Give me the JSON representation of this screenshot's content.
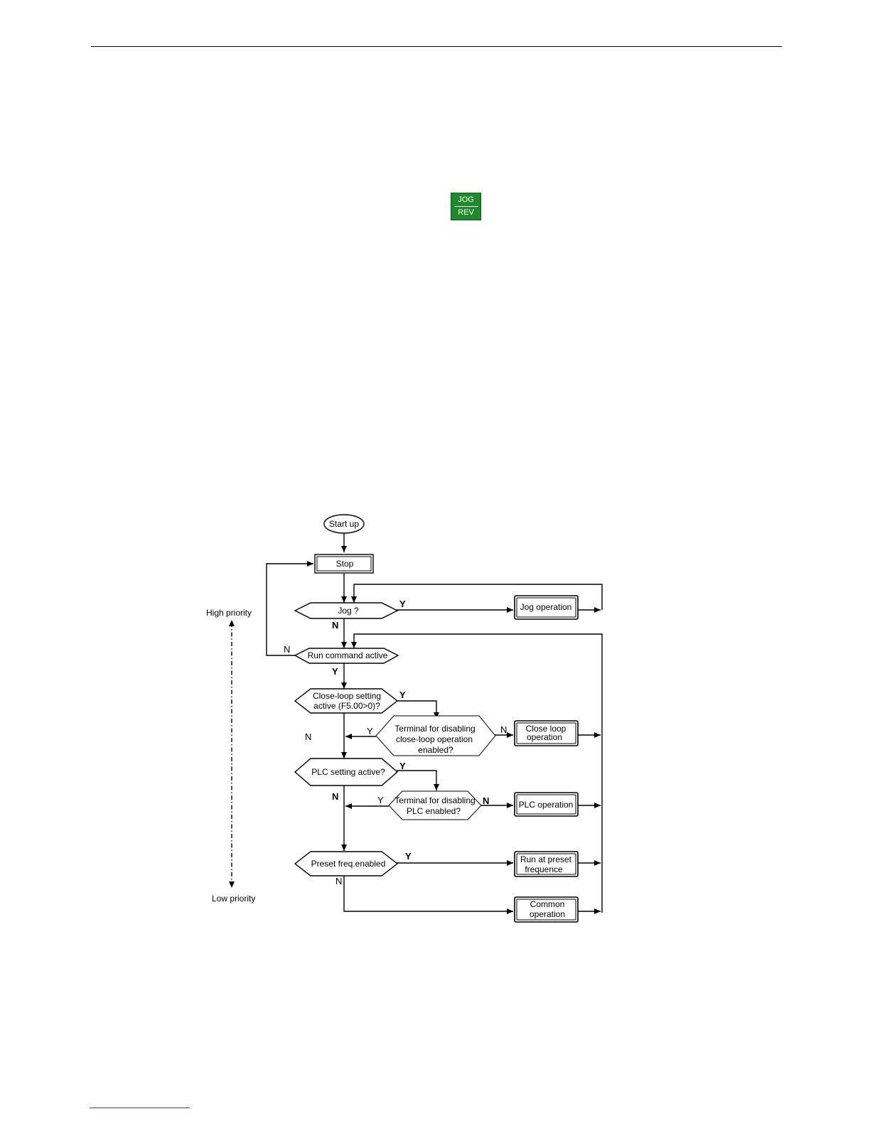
{
  "key_icon": {
    "top": "JOG",
    "bottom": "REV",
    "color": "#1f8a2b"
  },
  "diagram": {
    "start": "Start up",
    "stop": "Stop",
    "jog_q": "Jog ?",
    "jog_op": "Jog operation",
    "run_q": "Run command active",
    "close_q_1": "Close-loop setting",
    "close_q_2": "active (F5.00>0)?",
    "term_close_1": "Terminal for disabling",
    "term_close_2": "close-loop operation",
    "term_close_3": "enabled?",
    "close_op_1": "Close loop",
    "close_op_2": "operation",
    "plc_q": "PLC setting active?",
    "term_plc_1": "Terminal for disabling",
    "term_plc_2": "PLC enabled?",
    "plc_op": "PLC operation",
    "preset_q": "Preset freq.enabled",
    "preset_op_1": "Run at preset",
    "preset_op_2": "frequence",
    "common_op_1": "Common",
    "common_op_2": "operation",
    "high_priority": "High priority",
    "low_priority": "Low priority",
    "y": "Y",
    "n": "N"
  }
}
